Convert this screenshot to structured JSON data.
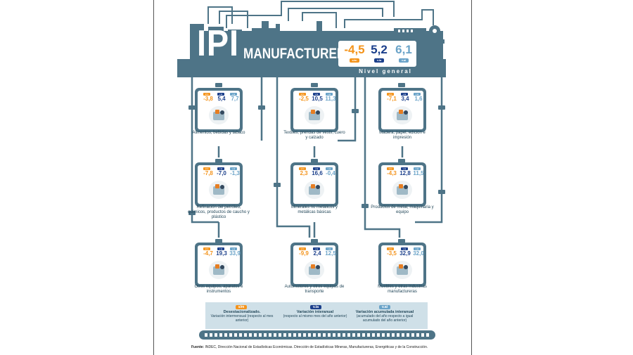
{
  "header": {
    "title": "IPI",
    "subtitle": "MANUFACTURERO",
    "general_label": "Nivel general",
    "general_values": [
      {
        "tag": "s/m",
        "value": "-4,5",
        "color": "#f4941c"
      },
      {
        "tag": "v.ia",
        "value": "5,2",
        "color": "#1b3f8b"
      },
      {
        "tag": "v.ai",
        "value": "6,1",
        "color": "#6aa3c8"
      }
    ]
  },
  "sectors": [
    {
      "tags": [
        "s/m",
        "v.ia",
        "v.ai"
      ],
      "values": [
        "-3,8",
        "5,4",
        "7,7"
      ],
      "caption": "Alimentos, bebidas y tabaco",
      "icon": "food-icon"
    },
    {
      "tags": [
        "s/m",
        "v.ia",
        "v.ai"
      ],
      "values": [
        "-2,5",
        "10,5",
        "11,3"
      ],
      "caption": "Textiles, prendas de vestir, cuero y calzado",
      "icon": "textiles-icon"
    },
    {
      "tags": [
        "s/m",
        "v.ia",
        "v.ai"
      ],
      "values": [
        "-7,1",
        "3,4",
        "1,6"
      ],
      "caption": "Madera, papel, edición e impresión",
      "icon": "paper-icon"
    },
    {
      "tags": [
        "s/m",
        "v.ia",
        "v.ai"
      ],
      "values": [
        "-7,8",
        "-7,0",
        "-1,3"
      ],
      "caption": "Refinación del petróleo, químicos, productos de caucho y plástico",
      "icon": "chemicals-icon"
    },
    {
      "tags": [
        "s/m",
        "v.ia",
        "v.ai"
      ],
      "values": [
        "2,3",
        "16,6",
        "-0,4"
      ],
      "caption": "Minerales no metálicos y metálicas básicas",
      "icon": "minerals-icon"
    },
    {
      "tags": [
        "s/m",
        "v.ia",
        "v.ai"
      ],
      "values": [
        "-4,3",
        "12,8",
        "11,5"
      ],
      "caption": "Productos de metal, maquinaria y equipo",
      "icon": "machinery-icon"
    },
    {
      "tags": [
        "s/m",
        "v.ia",
        "v.ai"
      ],
      "values": [
        "-4,7",
        "19,3",
        "33,9"
      ],
      "caption": "Otros equipos, aparatos e instrumentos",
      "icon": "instruments-icon"
    },
    {
      "tags": [
        "s/m",
        "v.ia",
        "v.ai"
      ],
      "values": [
        "-9,9",
        "2,4",
        "12,5"
      ],
      "caption": "Automotores y otros equipos de transporte",
      "icon": "vehicle-icon"
    },
    {
      "tags": [
        "s/m",
        "v.ia",
        "v.ai"
      ],
      "values": [
        "-3,5",
        "32,9",
        "32,0"
      ],
      "caption": "Muebles y otras industrias manufactureras",
      "icon": "furniture-icon"
    }
  ],
  "colors": {
    "sm": "#f4941c",
    "via": "#1b3f8b",
    "vai": "#6aa3c8",
    "pipe": "#4e7487",
    "legend_bg": "#cfe0e8"
  },
  "legend": [
    {
      "tag": "s/m",
      "title": "Desestacionalizado.",
      "desc": "Variación intermensual (respecto al mes anterior)"
    },
    {
      "tag": "v.ia",
      "title": "Variación interanual",
      "desc": "(respecto al mismo mes del año anterior)"
    },
    {
      "tag": "v.ai",
      "title": "Variación acumulada interanual",
      "desc": "(acumulado del año respecto a igual acumulado del año anterior)"
    }
  ],
  "source": {
    "label": "Fuente:",
    "text": "INDEC, Dirección Nacional de Estadísticas Económicas. Dirección de Estadísticas Mineras, Manufactureras, Energéticas y de la Construcción."
  }
}
